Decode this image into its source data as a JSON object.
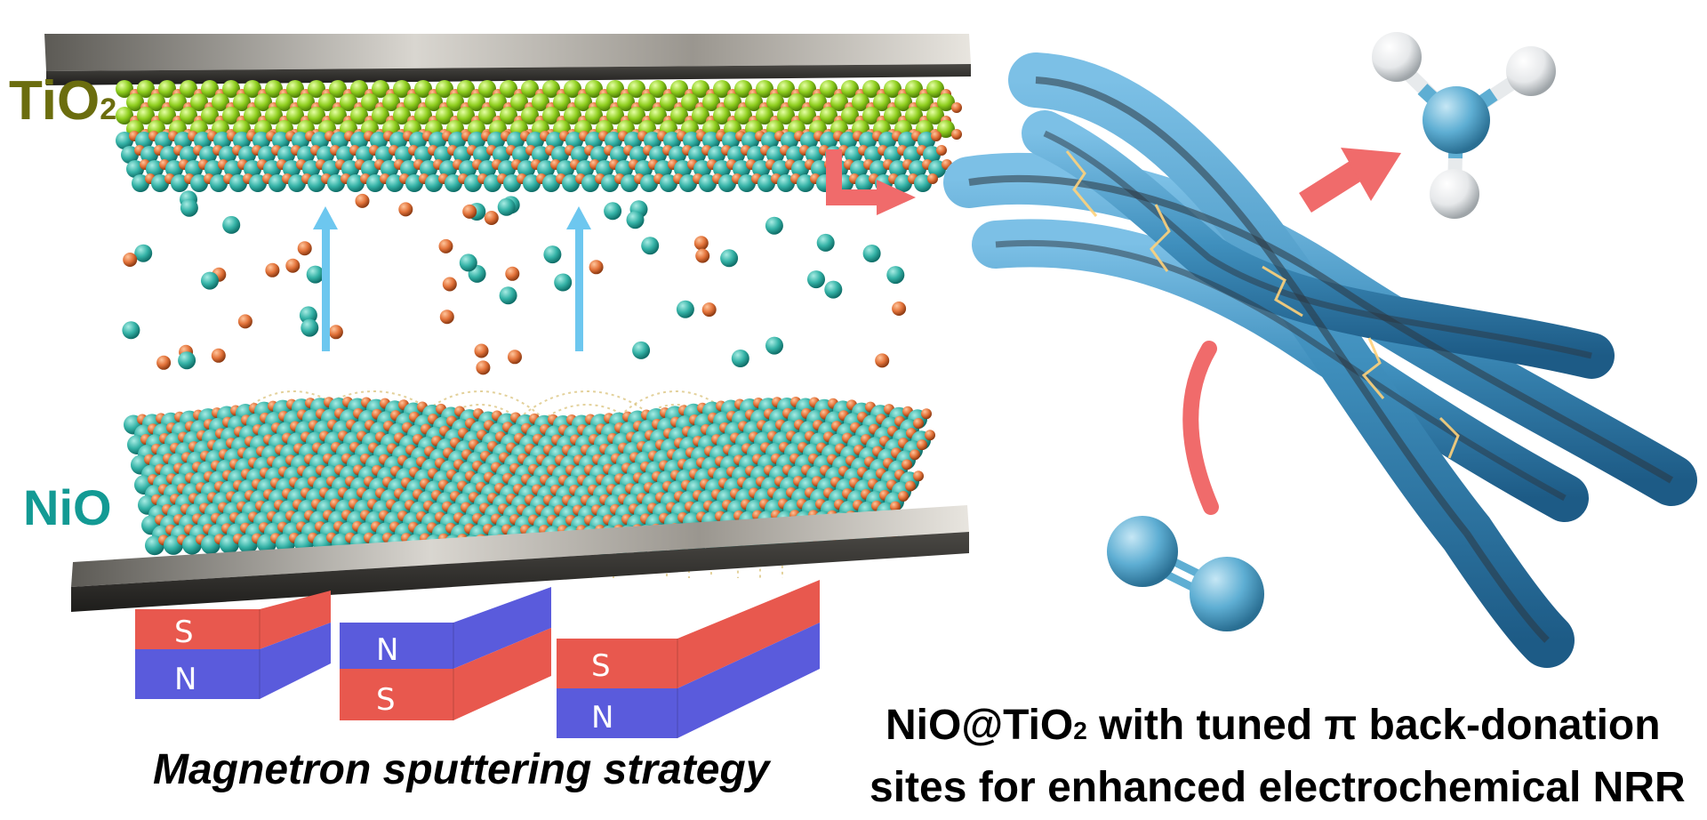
{
  "labels": {
    "top_layer_main": "TiO",
    "top_layer_sub": "2",
    "bottom_layer": "NiO"
  },
  "magnets": [
    {
      "top": "S",
      "bottom": "N"
    },
    {
      "top": "N",
      "bottom": "S"
    },
    {
      "top": "S",
      "bottom": "N"
    }
  ],
  "caption_left": "Magnetron sputtering strategy",
  "caption_right": {
    "line1_pre": "NiO@TiO",
    "line1_sub": "2",
    "line1_post": " with tuned π back-donation",
    "line2": "sites for enhanced electrochemical NRR"
  },
  "colors": {
    "tio2_label": "#6b6d0e",
    "nio_label": "#139a94",
    "teal_atom": "#35b3a7",
    "orange_atom": "#e3733a",
    "green_atom": "#8fcf1f",
    "fiber": "#3f8fbd",
    "arrow_red": "#f06b6b",
    "arrow_blue": "#6dc7ef",
    "magnet_red": "#e8584e",
    "magnet_blue": "#5a5bdc"
  },
  "icons": {
    "ammonia": "nh3-molecule-icon",
    "nitrogen": "n2-molecule-icon",
    "fibers": "tio2-nanofiber-icon"
  }
}
